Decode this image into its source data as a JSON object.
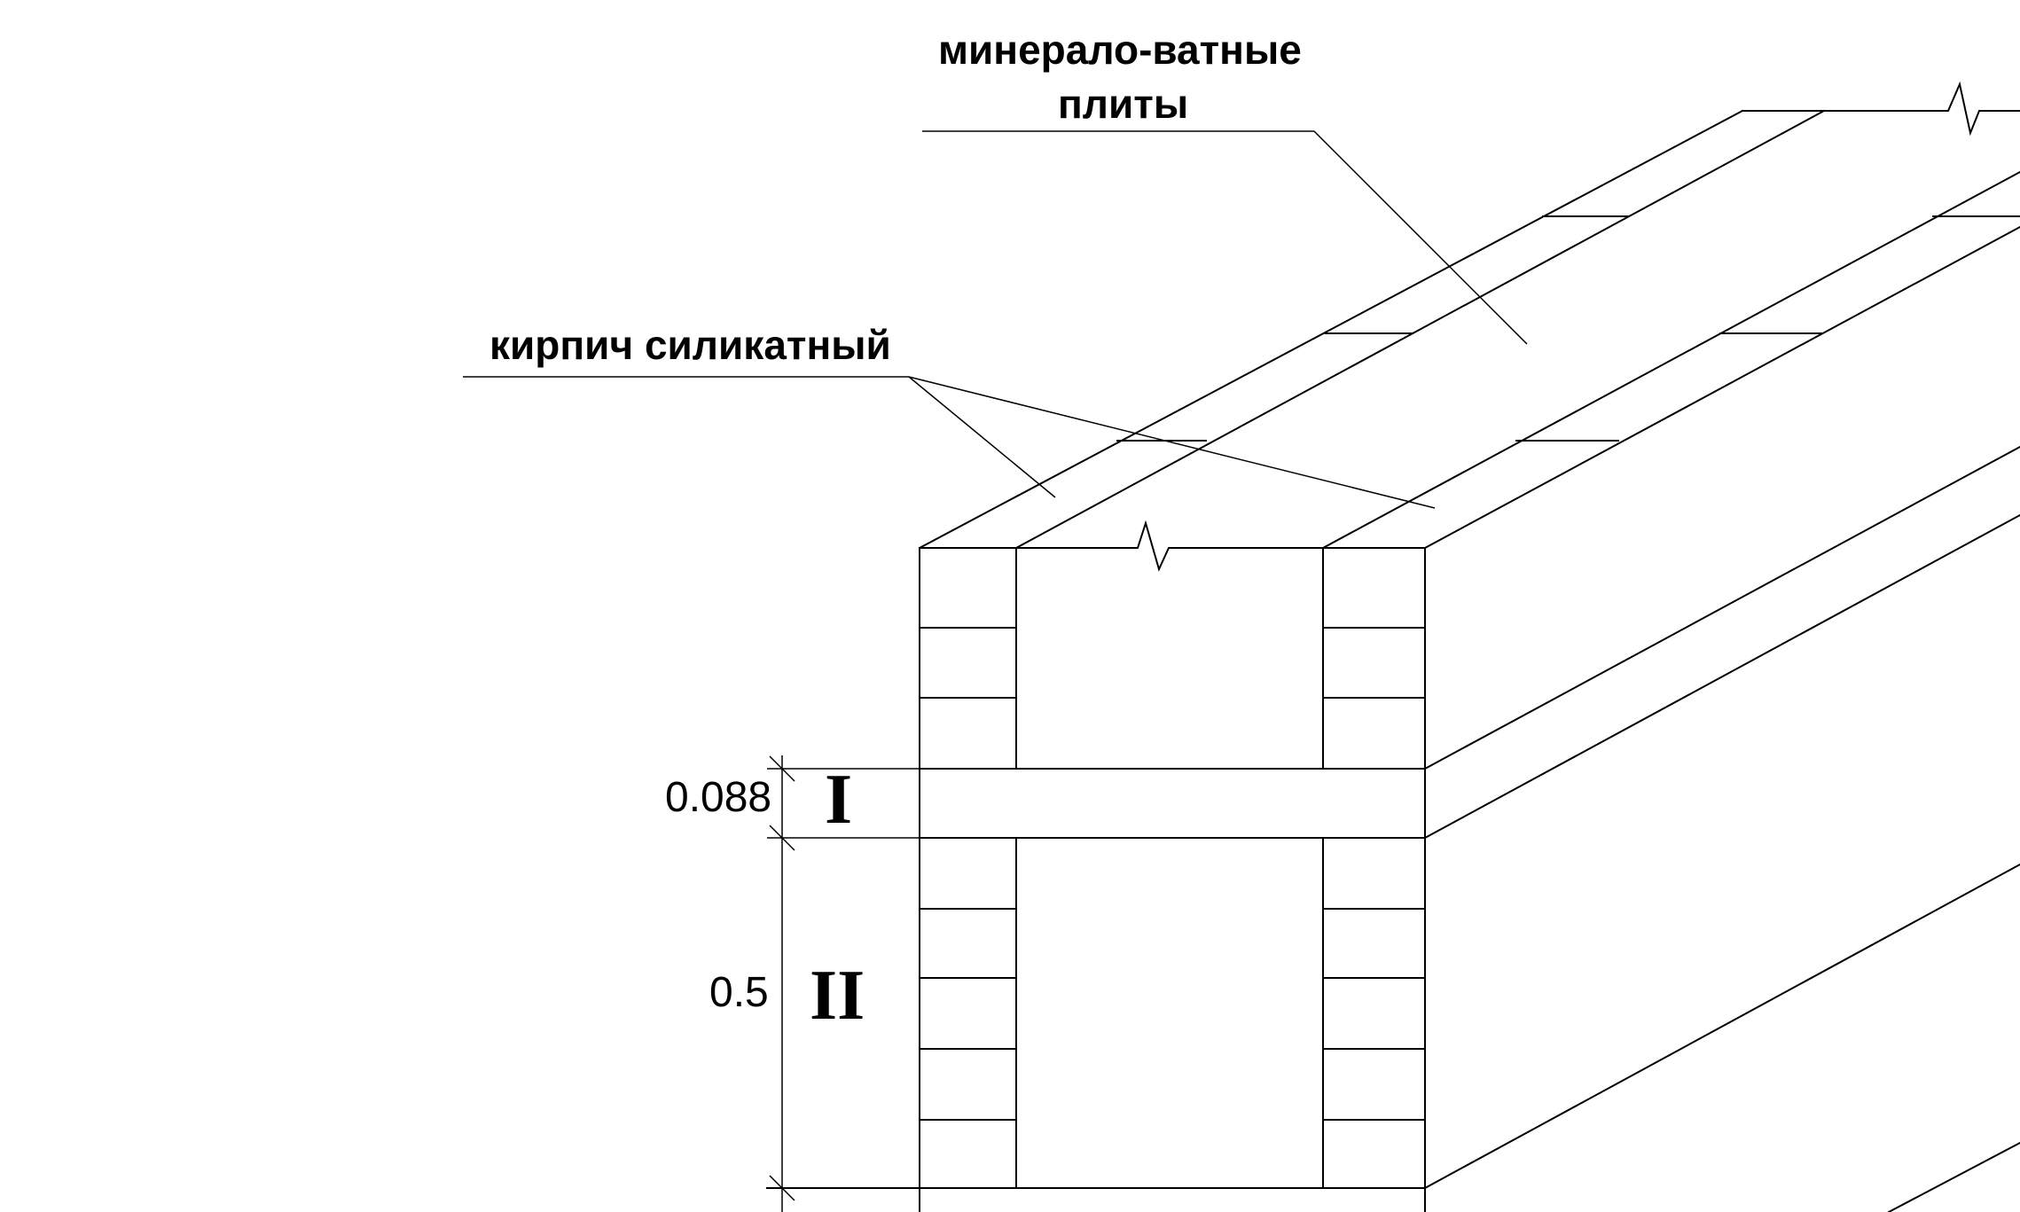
{
  "labels": {
    "mineral_wool_line1": "минерало-ватные",
    "mineral_wool_line2": "плиты",
    "silicate_brick": "кирпич силикатный"
  },
  "dimensions": [
    {
      "value": "0.088",
      "layer": "I"
    },
    {
      "value": "0.5",
      "layer": "II"
    }
  ],
  "colors": {
    "line": "#000000",
    "background": "#ffffff"
  }
}
